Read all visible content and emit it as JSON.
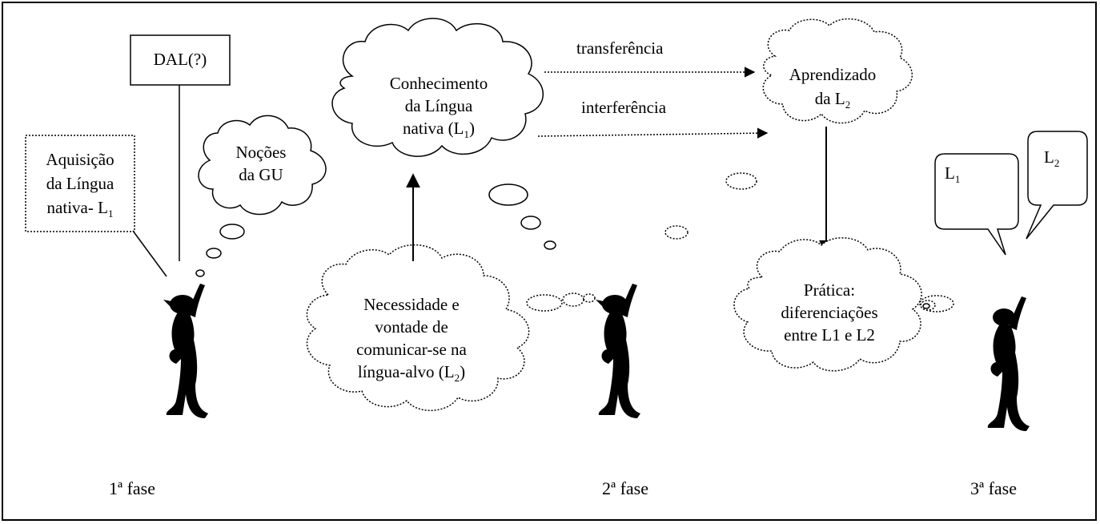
{
  "boxes": {
    "dal": "DAL(?)",
    "acquisition": {
      "line1": "Aquisição",
      "line2": "da Língua",
      "line3_prefix": "nativa- L",
      "line3_sub": "1"
    }
  },
  "clouds": {
    "gu": {
      "line1": "Noções",
      "line2": "da GU"
    },
    "knowledge": {
      "line1": "Conhecimento",
      "line2": "da Língua",
      "line3_prefix": "nativa (L",
      "line3_sub": "1",
      "line3_suffix": ")"
    },
    "learning": {
      "line1": "Aprendizado",
      "line2_prefix": "da L",
      "line2_sub": "2"
    },
    "need": {
      "line1": "Necessidade e",
      "line2": "vontade de",
      "line3": "comunicar-se na",
      "line4_prefix": "língua-alvo (L",
      "line4_sub": "2",
      "line4_suffix": ")"
    },
    "practice": {
      "line1": "Prática:",
      "line2": "diferenciações",
      "line3": "entre L1 e L2"
    }
  },
  "arrows": {
    "transfer": "transferência",
    "interference": "interferência"
  },
  "speech": {
    "l1": {
      "prefix": "L",
      "sub": "1"
    },
    "l2": {
      "prefix": "L",
      "sub": "2"
    }
  },
  "phases": [
    "1ª fase",
    "2ª fase",
    "3ª fase"
  ]
}
